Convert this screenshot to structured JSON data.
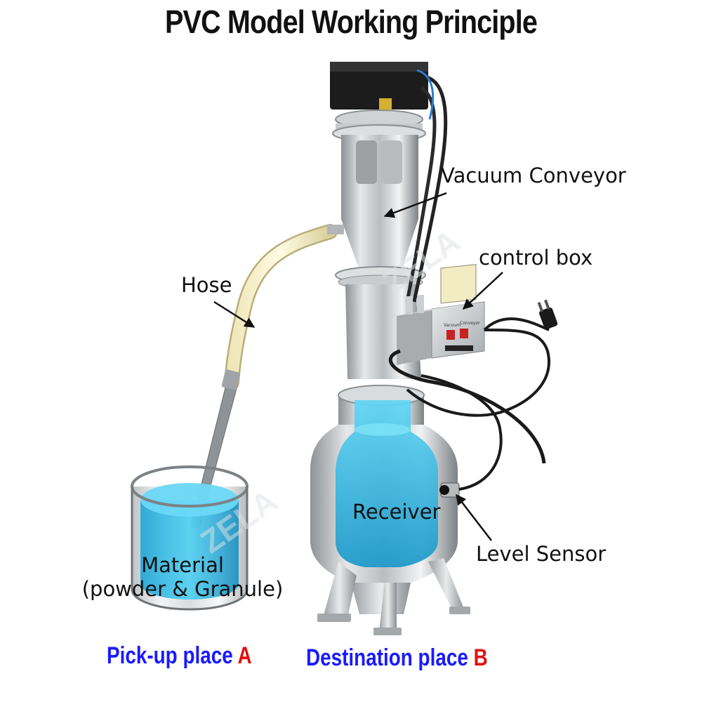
{
  "title": "PVC Model Working Principle",
  "labels": {
    "vacuum_conveyor": "Vacuum Conveyor",
    "control_box": "control box",
    "hose": "Hose",
    "receiver": "Receiver",
    "level_sensor": "Level Sensor",
    "material_line1": "Material",
    "material_line2": "(powder & Granule)"
  },
  "places": {
    "pickup_text": "Pick-up place ",
    "pickup_letter": "A",
    "destination_text": "Destination place ",
    "destination_letter": "B"
  },
  "panel": {
    "vacuum": "Vacuum",
    "conveyor": "Conveyor"
  },
  "watermark": "ZELA",
  "colors": {
    "place_text": "#1a1aff",
    "place_letter": "#e01010",
    "liquid": "#33b8e0",
    "steel": "#c8cccf"
  }
}
